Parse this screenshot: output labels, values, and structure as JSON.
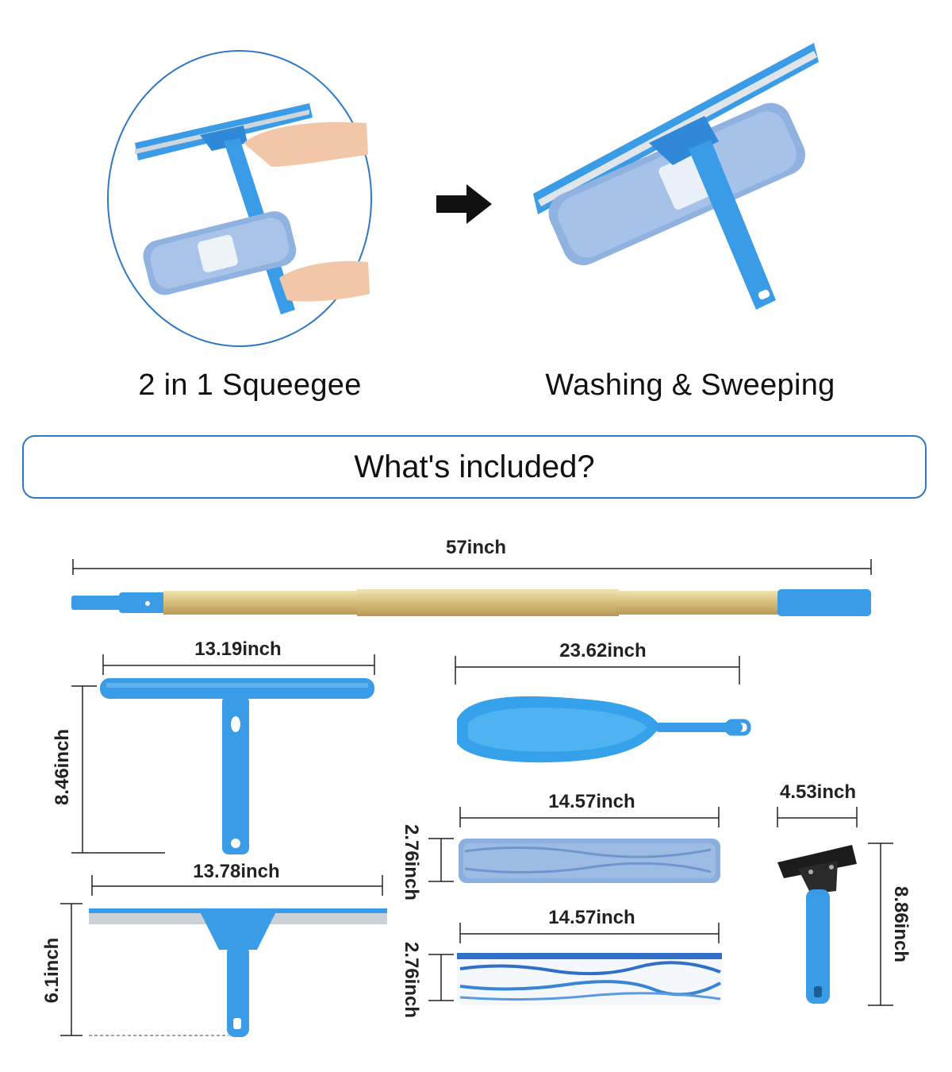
{
  "captions": {
    "left": "2 in 1 Squeegee",
    "right": "Washing & Sweeping"
  },
  "banner": {
    "title": "What's included?"
  },
  "dimensions": {
    "pole_length": "57inch",
    "squeegee_width": "13.19inch",
    "squeegee_height": "8.46inch",
    "duster_length": "23.62inch",
    "washer_width": "14.57inch",
    "washer_height": "2.76inch",
    "sleeve_width": "14.57inch",
    "sleeve_height": "2.76inch",
    "scraper_width": "4.53inch",
    "scraper_height": "8.86inch",
    "blade_width": "13.78inch",
    "blade_height": "6.1inch"
  },
  "colors": {
    "product_blue": "#3a9be6",
    "accent_blue": "#2f78c4",
    "pole_gold": "#d9c58a",
    "microfiber": "#8fb2e0",
    "arrow": "#111111"
  }
}
